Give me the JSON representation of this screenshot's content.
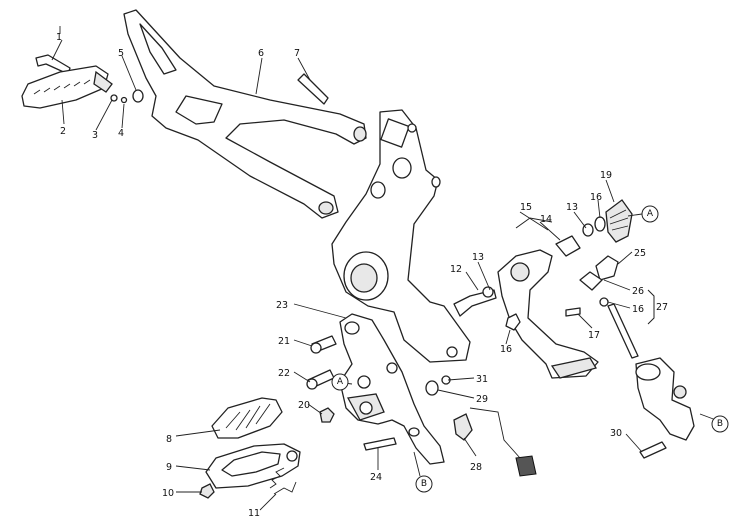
{
  "callouts": [
    {
      "id": "c1",
      "label": "1"
    },
    {
      "id": "c2",
      "label": "2"
    },
    {
      "id": "c3",
      "label": "3"
    },
    {
      "id": "c4",
      "label": "4"
    },
    {
      "id": "c5",
      "label": "5"
    },
    {
      "id": "c6",
      "label": "6"
    },
    {
      "id": "c7",
      "label": "7"
    },
    {
      "id": "c8",
      "label": "8"
    },
    {
      "id": "c9",
      "label": "9"
    },
    {
      "id": "c10",
      "label": "10"
    },
    {
      "id": "c11",
      "label": "11"
    },
    {
      "id": "c12",
      "label": "12"
    },
    {
      "id": "c13a",
      "label": "13"
    },
    {
      "id": "c13b",
      "label": "13"
    },
    {
      "id": "c14",
      "label": "14"
    },
    {
      "id": "c15",
      "label": "15"
    },
    {
      "id": "c16a",
      "label": "16"
    },
    {
      "id": "c16b",
      "label": "16"
    },
    {
      "id": "c16c",
      "label": "16"
    },
    {
      "id": "c17",
      "label": "17"
    },
    {
      "id": "c19",
      "label": "19"
    },
    {
      "id": "c20",
      "label": "20"
    },
    {
      "id": "c21",
      "label": "21"
    },
    {
      "id": "c22",
      "label": "22"
    },
    {
      "id": "c23",
      "label": "23"
    },
    {
      "id": "c24",
      "label": "24"
    },
    {
      "id": "c25",
      "label": "25"
    },
    {
      "id": "c26",
      "label": "26"
    },
    {
      "id": "c27",
      "label": "27"
    },
    {
      "id": "c28",
      "label": "28"
    },
    {
      "id": "c29",
      "label": "29"
    },
    {
      "id": "c30",
      "label": "30"
    },
    {
      "id": "c31",
      "label": "31"
    }
  ],
  "references": [
    {
      "id": "refA1",
      "letter": "A"
    },
    {
      "id": "refA2",
      "letter": "A"
    },
    {
      "id": "refB1",
      "letter": "B"
    },
    {
      "id": "refB2",
      "letter": "B"
    }
  ]
}
